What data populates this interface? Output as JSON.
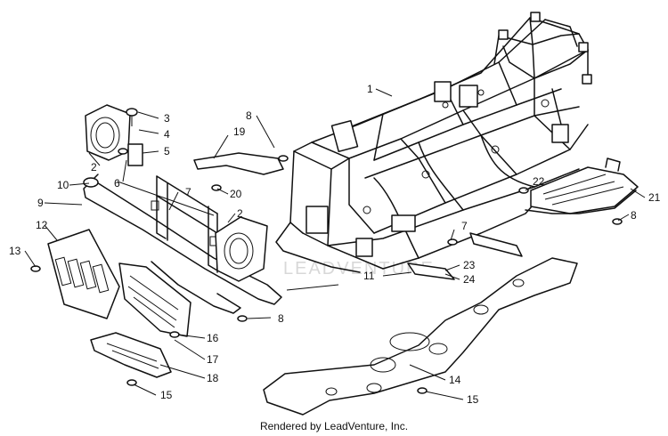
{
  "watermark": "LEADVENTURE",
  "footer": {
    "rendered_by": "Rendered by LeadVenture, Inc."
  },
  "callouts": [
    {
      "id": "c1",
      "text": "1"
    },
    {
      "id": "c2a",
      "text": "2"
    },
    {
      "id": "c2b",
      "text": "2"
    },
    {
      "id": "c3",
      "text": "3"
    },
    {
      "id": "c4",
      "text": "4"
    },
    {
      "id": "c5",
      "text": "5"
    },
    {
      "id": "c6",
      "text": "6"
    },
    {
      "id": "c7a",
      "text": "7"
    },
    {
      "id": "c7b",
      "text": "7"
    },
    {
      "id": "c8a",
      "text": "8"
    },
    {
      "id": "c8b",
      "text": "8"
    },
    {
      "id": "c8c",
      "text": "8"
    },
    {
      "id": "c9",
      "text": "9"
    },
    {
      "id": "c10",
      "text": "10"
    },
    {
      "id": "c11",
      "text": "11"
    },
    {
      "id": "c12",
      "text": "12"
    },
    {
      "id": "c13",
      "text": "13"
    },
    {
      "id": "c14",
      "text": "14"
    },
    {
      "id": "c15a",
      "text": "15"
    },
    {
      "id": "c15b",
      "text": "15"
    },
    {
      "id": "c16",
      "text": "16"
    },
    {
      "id": "c17",
      "text": "17"
    },
    {
      "id": "c18",
      "text": "18"
    },
    {
      "id": "c19",
      "text": "19"
    },
    {
      "id": "c20",
      "text": "20"
    },
    {
      "id": "c21",
      "text": "21"
    },
    {
      "id": "c22",
      "text": "22"
    },
    {
      "id": "c23",
      "text": "23"
    },
    {
      "id": "c24",
      "text": "24"
    }
  ]
}
